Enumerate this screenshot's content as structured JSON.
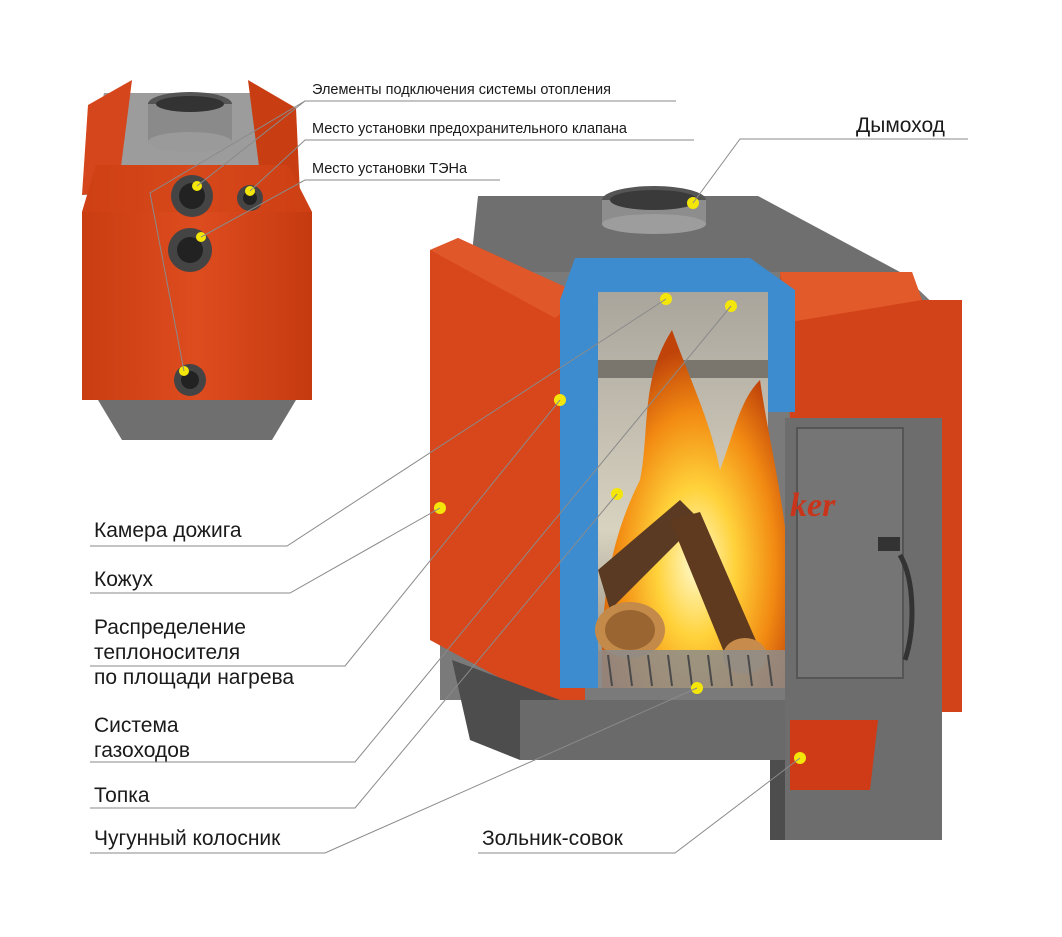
{
  "labels": {
    "heating_connections": "Элементы подключения системы отопления",
    "safety_valve": "Место установки предохранительного клапана",
    "heater_place": "Место установки ТЭНа",
    "chimney": "Дымоход",
    "afterburn_chamber": "Камера дожига",
    "casing": "Кожух",
    "coolant_distribution": [
      "Распределение",
      "теплоносителя",
      "по площади нагрева"
    ],
    "flue_system": [
      "Система",
      "газоходов"
    ],
    "firebox": "Топка",
    "grate": "Чугунный колосник",
    "ash_pan": "Зольник-совок"
  },
  "brand_fragment": "ker",
  "colors": {
    "casing_orange": "#d9461c",
    "casing_dark": "#b8360f",
    "steel_gray": "#6e6e6e",
    "insulation_blue": "#3f8fd2",
    "marker_yellow": "#f5e60a",
    "line_gray": "#888888"
  }
}
